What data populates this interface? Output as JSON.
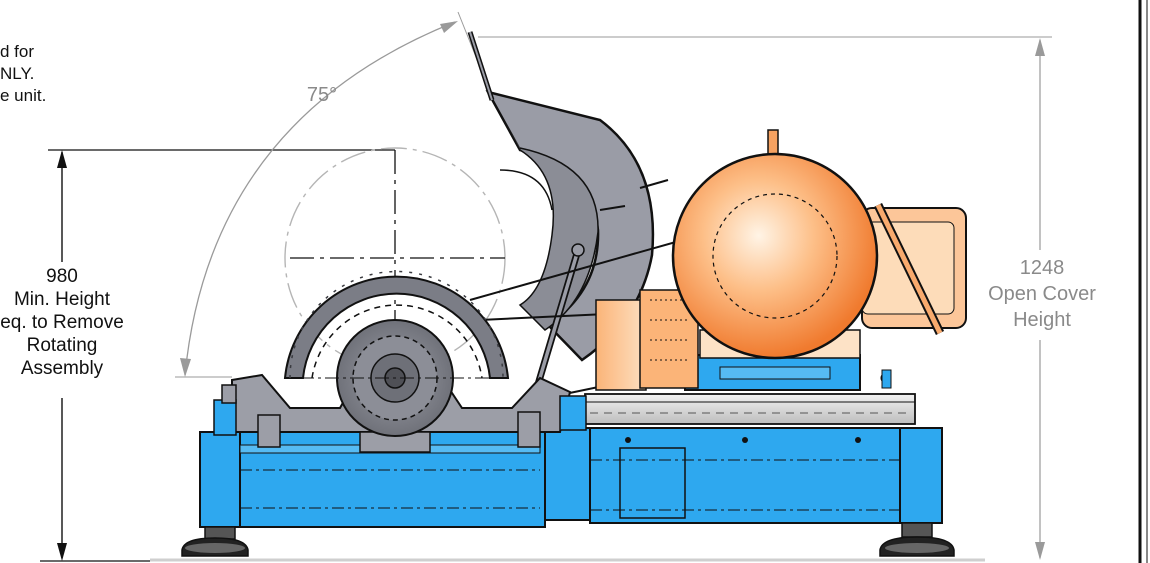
{
  "note": {
    "lines": [
      "d for",
      "NLY.",
      "e unit."
    ]
  },
  "angle_label": "75°",
  "min_height": {
    "value": "980",
    "lines": [
      "Min. Height",
      "eq. to Remove",
      "Rotating",
      "Assembly"
    ]
  },
  "open_cover": {
    "value": "1248",
    "lines": [
      "Open Cover",
      "Height"
    ]
  },
  "colors": {
    "frame_blue": "#2ea8ef",
    "motor_orange": "#f79a5a",
    "motor_light": "#fdd3ad",
    "cover_grey": "#9a9ca6",
    "guard_grey": "#7f8188",
    "outline": "#111111",
    "dimension_grey": "#8a8a8a",
    "centerline_grey": "#a8a8a8"
  }
}
